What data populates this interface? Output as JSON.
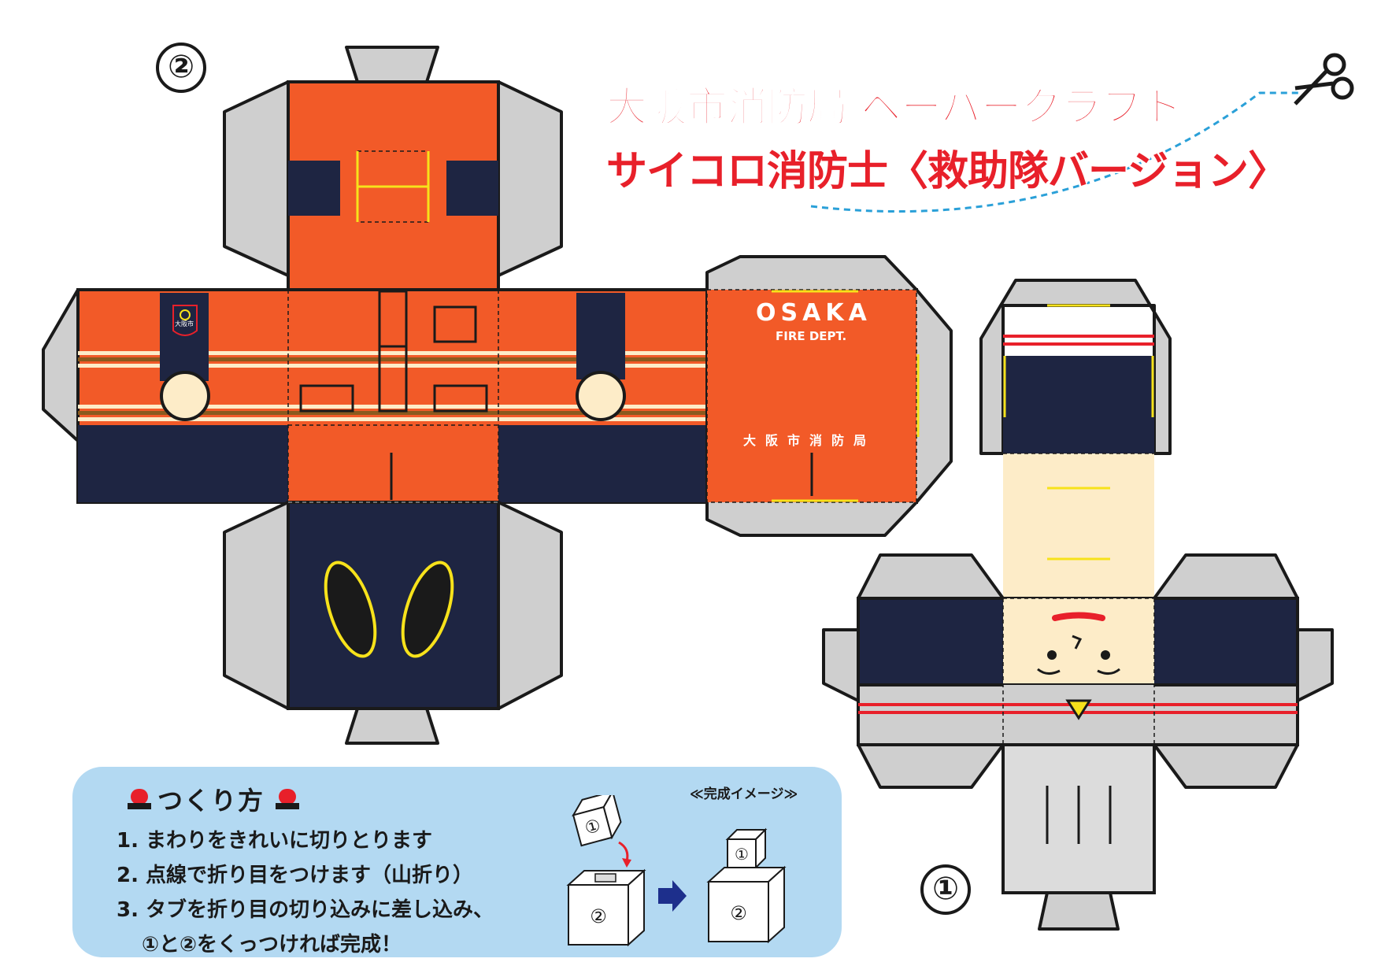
{
  "title": {
    "line1": "大阪市消防局 ペーパークラフト",
    "line2": "サイコロ消防士〈救助隊バージョン〉"
  },
  "part_labels": {
    "part2": "②",
    "part1": "①"
  },
  "body_piece": {
    "emblem_text": "大阪市",
    "back_text_main": "OSAKA",
    "back_text_sub": "FIRE DEPT.",
    "back_text_jp": "大阪市消防局"
  },
  "instructions": {
    "heading": "つくり方",
    "steps": [
      "1. まわりをきれいに切りとります",
      "2. 点線で折り目をつけます（山折り）",
      "3. タブを折り目の切り込みに差し込み、",
      "①と②をくっつければ完成！"
    ],
    "image_caption": "≪完成イメージ≫",
    "cube_labels": {
      "top": "①",
      "bottom": "②"
    }
  },
  "colors": {
    "title_red": "#e8202a",
    "orange": "#f25a28",
    "navy": "#1e2542",
    "tab_gray": "#cfcfcf",
    "skin": "#fdecc8",
    "yellow": "#f7e21b",
    "instruction_bg": "#b3d9f2",
    "arrow_navy": "#1d2f8c"
  },
  "icons": {
    "scissors": "scissors-icon",
    "beacon": "siren-icon"
  }
}
